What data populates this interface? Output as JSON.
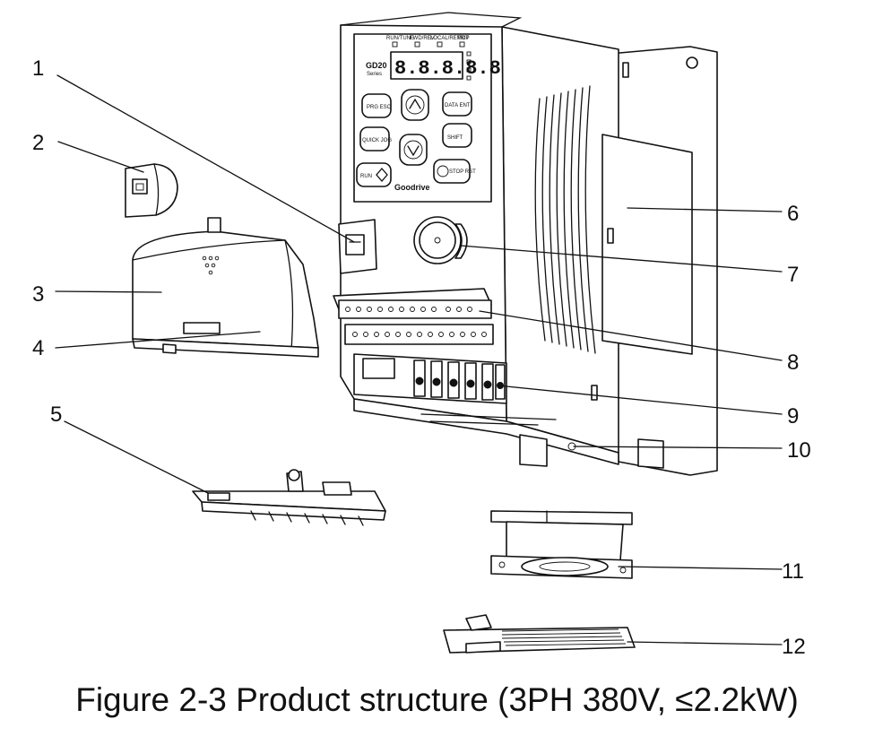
{
  "caption": "Figure 2-3 Product structure (3PH 380V, ≤2.2kW)",
  "callouts": [
    "1",
    "2",
    "3",
    "4",
    "5",
    "6",
    "7",
    "8",
    "9",
    "10",
    "11",
    "12"
  ],
  "panel": {
    "indicators": [
      "RUN/TUNE",
      "FWD/REV",
      "LOCAL/REMOT",
      "TRIP"
    ],
    "display": "8.8.8.8.8",
    "series_line1": "GD20",
    "series_line2": "Series",
    "brand": "Goodrive",
    "keys": [
      "PRG ESC",
      "DATA ENT",
      "QUICK JOG",
      "SHIFT",
      "RUN",
      "STOP RST"
    ]
  }
}
